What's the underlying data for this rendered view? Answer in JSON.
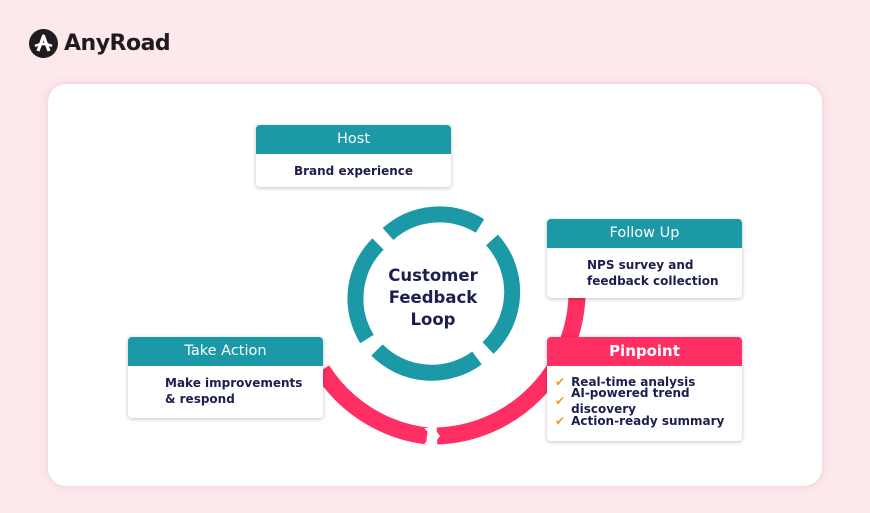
{
  "brand": {
    "name": "AnyRoad",
    "logo_icon": "anyroad-logo-icon"
  },
  "colors": {
    "background": "#fde8ec",
    "teal": "#1b99a6",
    "pink": "#ff2e63",
    "navy": "#1c1f4d",
    "check": "#f29a1d"
  },
  "diagram": {
    "center_label": [
      "Customer",
      "Feedback",
      "Loop"
    ],
    "steps": [
      {
        "id": "host",
        "title": "Host",
        "body": [
          "Brand experience"
        ]
      },
      {
        "id": "follow-up",
        "title": "Follow Up",
        "body": [
          "NPS survey and",
          "feedback collection"
        ]
      },
      {
        "id": "pinpoint",
        "title": "Pinpoint",
        "bullets": [
          "Real-time analysis",
          "AI-powered trend discovery",
          "Action-ready summary"
        ],
        "bullet_icon": "check-icon"
      },
      {
        "id": "take-action",
        "title": "Take Action",
        "body": [
          "Make improvements",
          "& respond"
        ]
      }
    ]
  }
}
